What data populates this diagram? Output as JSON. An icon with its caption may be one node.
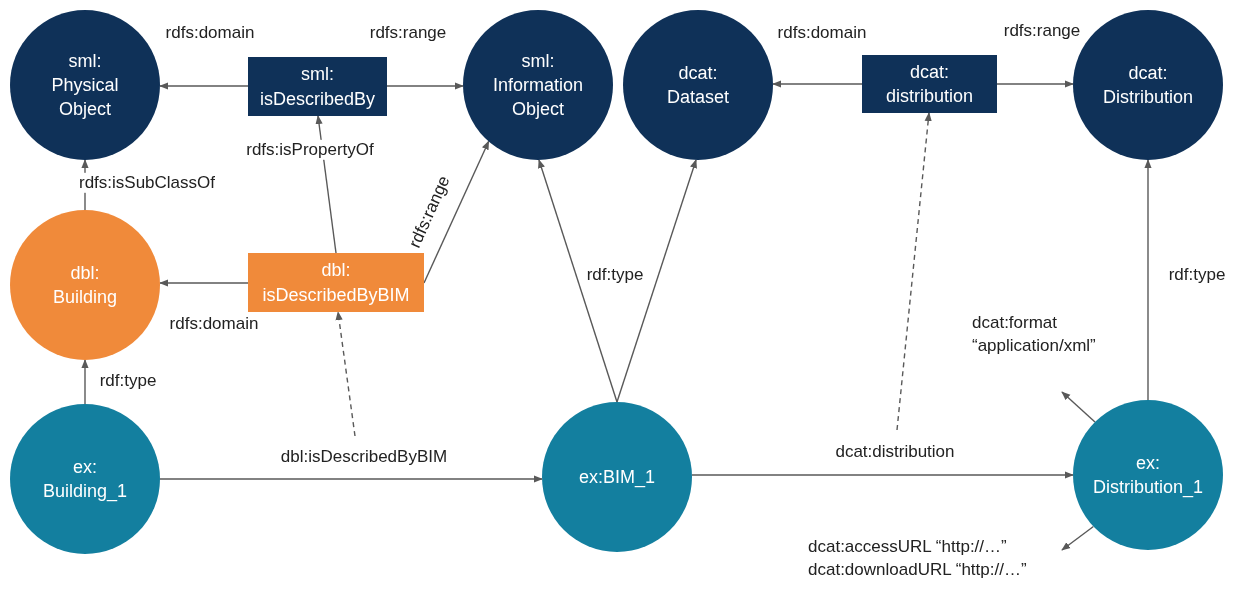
{
  "diagram": {
    "nodes": [
      {
        "text": [
          "sml: Physical Object"
        ]
      },
      {
        "text": [
          "sml: isDescribedBy"
        ]
      },
      {
        "text": [
          "sml: Information Object"
        ]
      },
      {
        "text": [
          "dcat: Dataset"
        ]
      },
      {
        "text": [
          "dcat: distribution"
        ]
      },
      {
        "text": [
          "dcat: Distribution"
        ]
      },
      {
        "text": [
          "dbl: Building"
        ]
      },
      {
        "text": [
          "dbl: isDescribedByBIM"
        ]
      },
      {
        "text": [
          "ex: Building_1"
        ]
      },
      {
        "text": [
          "ex:BIM_1"
        ]
      },
      {
        "text": [
          "ex: Distribution_1"
        ]
      },
      {
        "text": [
          "dcat:format “application/xml”"
        ]
      },
      {
        "text": [
          "dcat:accessURL “http://…” dcat:downloadURL “http://…”"
        ]
      }
    ],
    "edges": [
      {
        "from": 1,
        "to": 0,
        "arrow": "to",
        "label": "rdfs:domain"
      },
      {
        "from": 1,
        "to": 2,
        "arrow": "to",
        "label": "rdfs:range"
      },
      {
        "from": 4,
        "to": 3,
        "arrow": "to",
        "label": "rdfs:domain"
      },
      {
        "from": 4,
        "to": 5,
        "arrow": "to",
        "label": "rdfs:range"
      },
      {
        "from": 6,
        "to": 0,
        "arrow": "to",
        "label": "rdfs:isSubClassOf"
      },
      {
        "from": 7,
        "to": 1,
        "arrow": "to",
        "label": "rdfs:isPropertyOf"
      },
      {
        "from": 7,
        "to": 2,
        "arrow": "to",
        "label": "rdfs:range"
      },
      {
        "from": 7,
        "to": 6,
        "arrow": "to",
        "label": "rdfs:domain"
      },
      {
        "from": 8,
        "to": 6,
        "arrow": "to",
        "label": "rdf:type"
      },
      {
        "from": 8,
        "to": 9,
        "arrow": "to",
        "label": "dbl:isDescribedByBIM"
      },
      {
        "from": null,
        "to": 7,
        "arrow": "to",
        "style": "dashed"
      },
      {
        "from": 9,
        "to": 2,
        "arrow": "to",
        "label": "rdf:type"
      },
      {
        "from": 9,
        "to": 3,
        "arrow": "to"
      },
      {
        "from": 9,
        "to": 10,
        "arrow": "to",
        "label": "dcat:distribution"
      },
      {
        "from": null,
        "to": 4,
        "arrow": "to",
        "style": "dashed"
      },
      {
        "from": 10,
        "to": 5,
        "arrow": "to",
        "label": "rdf:type"
      },
      {
        "from": 10,
        "to": 11,
        "arrow": "to"
      },
      {
        "from": 10,
        "to": 12,
        "arrow": "to"
      }
    ]
  }
}
